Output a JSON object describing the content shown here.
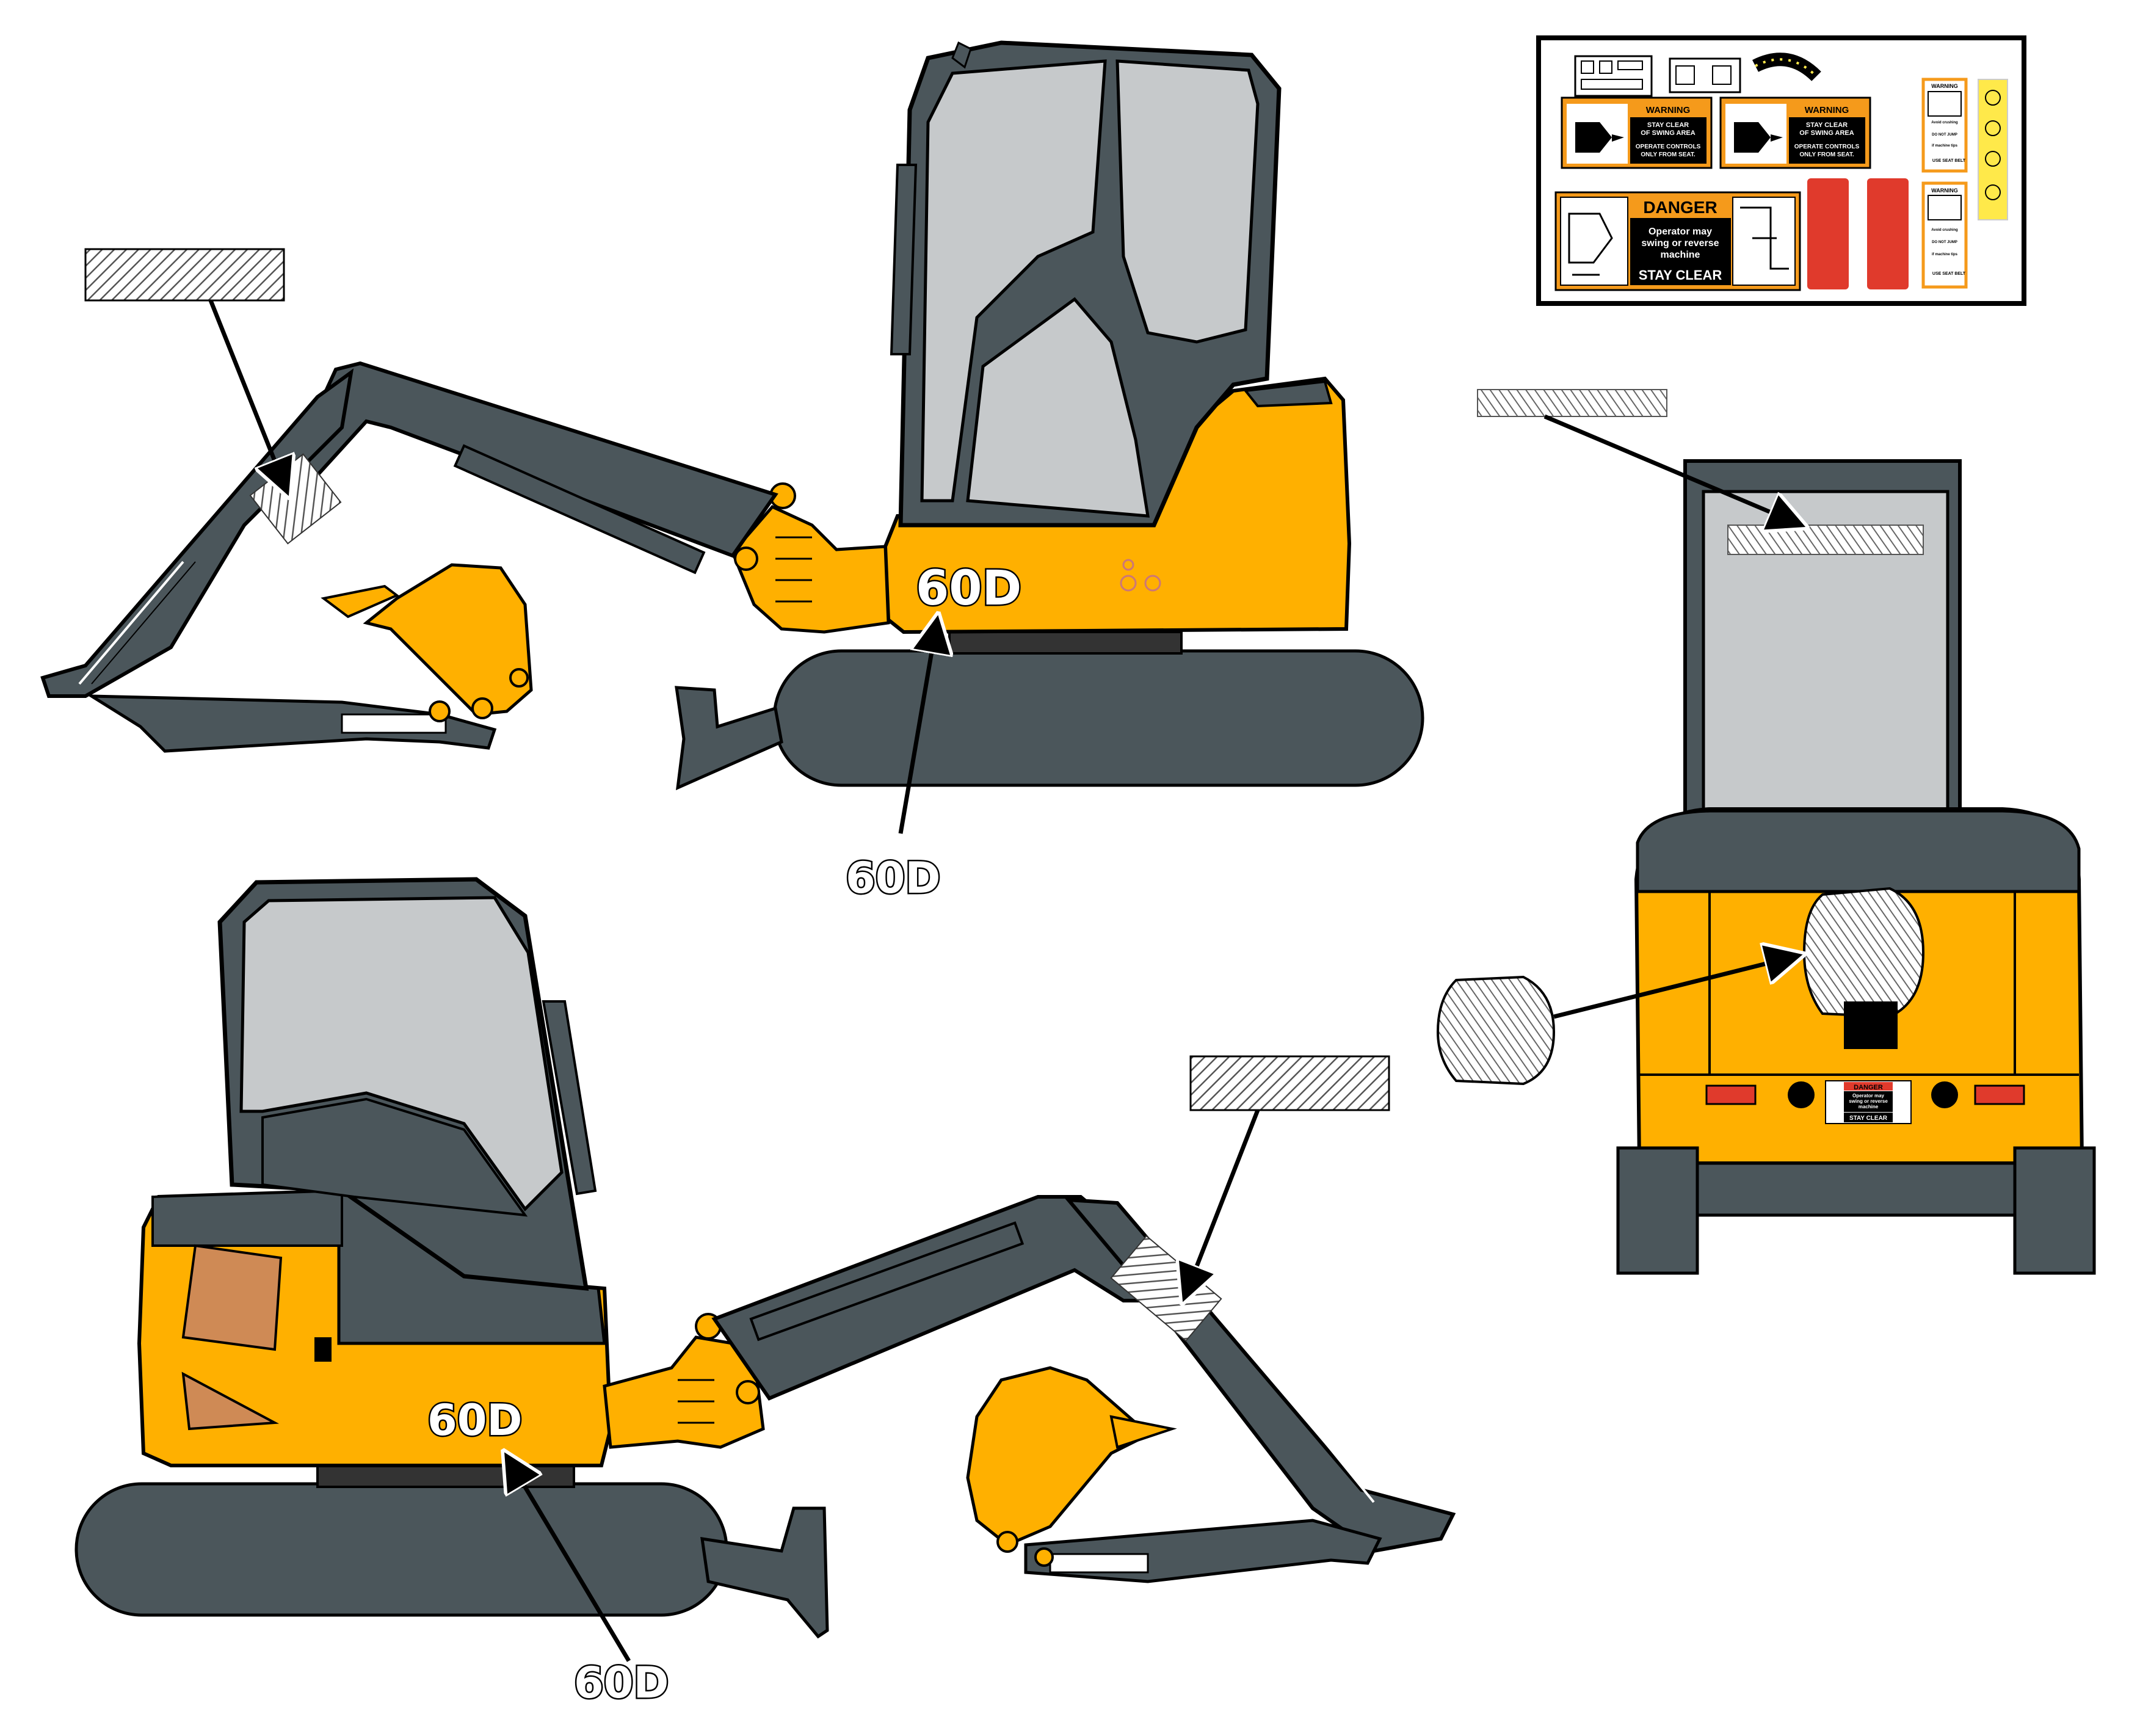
{
  "colors": {
    "body_yellow": "#FFB000",
    "arm_gray": "#4B565B",
    "glass_gray": "#C6C9CB",
    "track_gray": "#4B565B",
    "outline": "#000000",
    "warning_orange": "#F59A1B",
    "danger_red": "#E03A2C",
    "light_yellow": "#FFE94A",
    "rear_window_tint": "#CF8A55",
    "lamp_red": "#E03A2C"
  },
  "views": {
    "top_side": {
      "model_decal": "60D",
      "callout_label": "60D"
    },
    "bottom_side": {
      "model_decal": "60D",
      "callout_label": "60D"
    },
    "rear": {
      "danger_title": "DANGER",
      "danger_line1": "Operator may",
      "danger_line2": "swing or reverse",
      "danger_line3": "machine",
      "danger_footer": "STAY CLEAR"
    }
  },
  "decal_sheet": {
    "warning_1": {
      "title": "WARNING",
      "line1": "STAY CLEAR",
      "line2": "OF SWING AREA",
      "line3": "OPERATE CONTROLS",
      "line4": "ONLY FROM SEAT."
    },
    "warning_2": {
      "title": "WARNING",
      "line1": "STAY CLEAR",
      "line2": "OF SWING AREA",
      "line3": "OPERATE CONTROLS",
      "line4": "ONLY FROM SEAT."
    },
    "danger": {
      "title": "DANGER",
      "line1": "Operator may",
      "line2": "swing or reverse",
      "line3": "machine",
      "footer": "STAY CLEAR"
    },
    "strip_1": {
      "title": "WARNING",
      "line1": "Avoid crushing",
      "line2": "DO NOT JUMP",
      "line3": "if machine tips",
      "seat": "USE SEAT BELT"
    },
    "strip_2": {
      "title": "WARNING",
      "line1": "Avoid crushing",
      "line2": "DO NOT JUMP",
      "line3": "if machine tips",
      "seat": "USE SEAT BELT"
    }
  },
  "icons": [
    "hatched-decal-icon",
    "arrow-icon",
    "round-logo-icon",
    "seat-belt-icon"
  ]
}
